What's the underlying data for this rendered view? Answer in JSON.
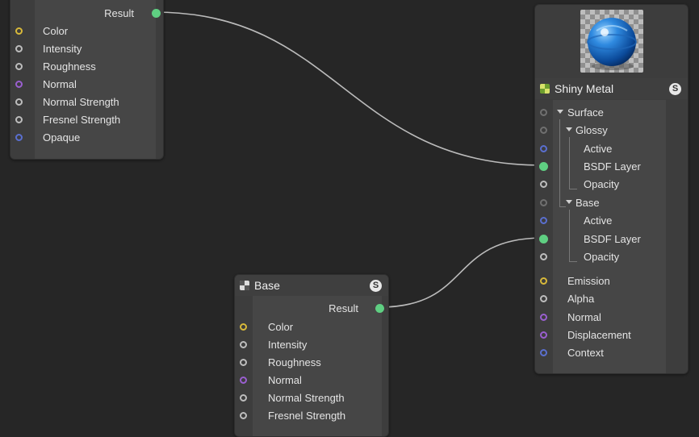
{
  "colors": {
    "canvas": "#262626",
    "node_bg": "#3d3d3d",
    "port_yellow": "#d8b93a",
    "port_grey": "#bdbdbd",
    "port_purple": "#9a5fd0",
    "port_blue": "#5a6fcf",
    "port_green": "#5fcf82",
    "port_dim": "#707070",
    "wire": "#bbbbbb"
  },
  "node_top": {
    "output": {
      "label": "Result",
      "port_color": "green"
    },
    "inputs": [
      {
        "label": "Color",
        "port_color": "yellow"
      },
      {
        "label": "Intensity",
        "port_color": "grey"
      },
      {
        "label": "Roughness",
        "port_color": "grey"
      },
      {
        "label": "Normal",
        "port_color": "purple"
      },
      {
        "label": "Normal Strength",
        "port_color": "grey"
      },
      {
        "label": "Fresnel Strength",
        "port_color": "grey"
      },
      {
        "label": "Opaque",
        "port_color": "blue"
      }
    ]
  },
  "node_base": {
    "title": "Base",
    "type_icon": "layer-icon",
    "solo_badge": "S",
    "output": {
      "label": "Result",
      "port_color": "green"
    },
    "inputs": [
      {
        "label": "Color",
        "port_color": "yellow"
      },
      {
        "label": "Intensity",
        "port_color": "grey"
      },
      {
        "label": "Roughness",
        "port_color": "grey"
      },
      {
        "label": "Normal",
        "port_color": "purple"
      },
      {
        "label": "Normal Strength",
        "port_color": "grey"
      },
      {
        "label": "Fresnel Strength",
        "port_color": "grey"
      }
    ]
  },
  "node_material": {
    "title": "Shiny Metal",
    "type_icon": "material-icon",
    "solo_badge": "S",
    "preview_icon": "material-preview-sphere-icon",
    "tree": {
      "surface": "Surface",
      "glossy": "Glossy",
      "glossy_active": "Active",
      "glossy_bsdf": "BSDF Layer",
      "glossy_opacity": "Opacity",
      "base": "Base",
      "base_active": "Active",
      "base_bsdf": "BSDF Layer",
      "base_opacity": "Opacity"
    },
    "inputs": [
      {
        "label": "Emission",
        "port_color": "yellow"
      },
      {
        "label": "Alpha",
        "port_color": "grey"
      },
      {
        "label": "Normal",
        "port_color": "purple"
      },
      {
        "label": "Displacement",
        "port_color": "purple"
      },
      {
        "label": "Context",
        "port_color": "blue"
      }
    ]
  }
}
